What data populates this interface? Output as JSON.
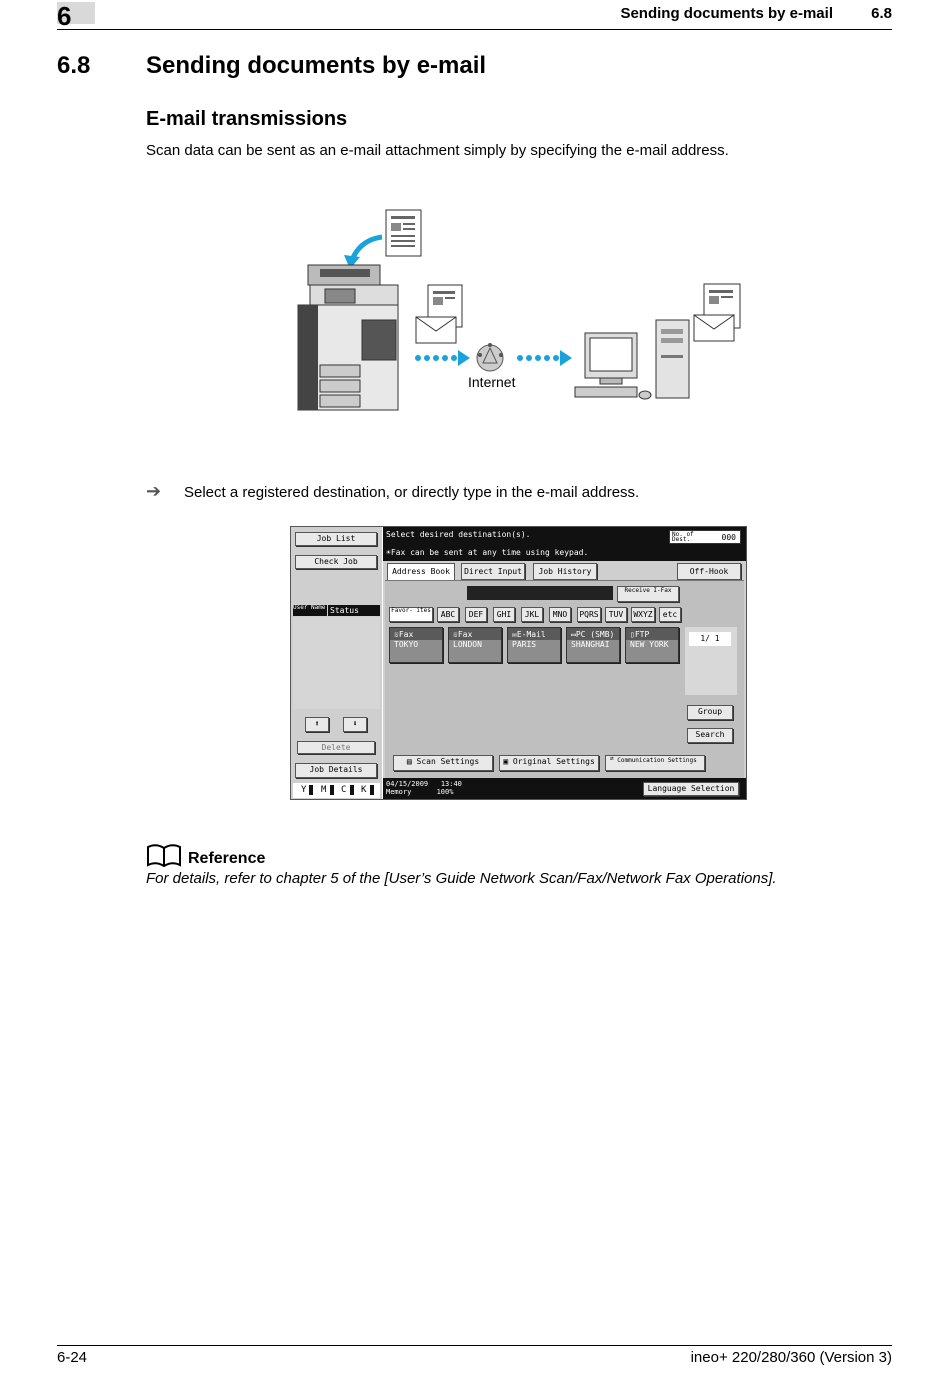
{
  "header": {
    "chapter_number": "6",
    "running_title": "Sending documents by e-mail",
    "section_number": "6.8"
  },
  "section": {
    "number": "6.8",
    "title": "Sending documents by e-mail"
  },
  "subsection": {
    "title": "E-mail transmissions",
    "body": "Scan data can be sent as an e-mail attachment simply by specifying the e-mail address."
  },
  "illustration": {
    "internet_label": "Internet"
  },
  "step": {
    "arrow": "➔",
    "text": "Select a registered destination, or directly type in the e-mail address."
  },
  "screen": {
    "left": {
      "job_list": "Job List",
      "check_job": "Check Job",
      "user_name": "User Name",
      "status": "Status",
      "up": "⬆",
      "down": "⬇",
      "delete": "Delete",
      "job_details": "Job Details",
      "toner": [
        "Y",
        "M",
        "C",
        "K"
      ]
    },
    "message1": "Select desired destination(s).",
    "message2": "Fax can be sent at any time using keypad.",
    "no_of_dest_label": "No. of Dest.",
    "no_of_dest_value": "000",
    "tabs": [
      "Address Book",
      "Direct Input",
      "Job History"
    ],
    "off_hook": "Off-Hook",
    "receive_ifax": "Receive I-Fax",
    "favorites": "Favor- ites",
    "index_keys": [
      "ABC",
      "DEF",
      "GHI",
      "JKL",
      "MNO",
      "PQRS",
      "TUV",
      "WXYZ",
      "etc"
    ],
    "destinations": [
      {
        "type": "Fax",
        "name": "TOKYO"
      },
      {
        "type": "Fax",
        "name": "LONDON"
      },
      {
        "type": "E-Mail",
        "name": "PARIS"
      },
      {
        "type": "PC (SMB)",
        "name": "SHANGHAI"
      },
      {
        "type": "FTP",
        "name": "NEW YORK"
      }
    ],
    "page_counter": "1/ 1",
    "group": "Group",
    "search": "Search",
    "scan_settings": "Scan Settings",
    "original_settings": "Original Settings",
    "communication_settings": "Communication Settings",
    "date": "04/15/2009",
    "time": "13:40",
    "memory_label": "Memory",
    "memory_value": "100%",
    "language_selection": "Language Selection"
  },
  "reference": {
    "title": "Reference",
    "text": "For details, refer to chapter 5 of the [User’s Guide Network Scan/Fax/Network Fax Operations]."
  },
  "footer": {
    "page": "6-24",
    "product": "ineo+ 220/280/360 (Version 3)"
  },
  "colors": {
    "arrow_blue": "#1aa3d9",
    "header_box": "#d9d9d9"
  }
}
